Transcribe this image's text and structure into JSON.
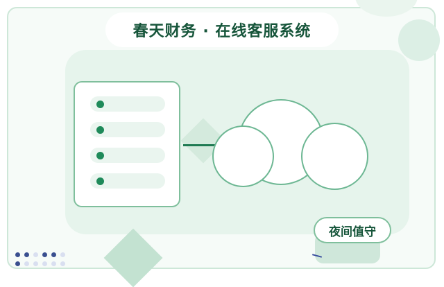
{
  "title": "春天财务 · 在线客服系统",
  "badge": "夜间值守",
  "list_items_count_visible": 4,
  "dot_grid": [
    [
      "dark",
      "dark",
      "light",
      "dark",
      "dark",
      "light"
    ],
    [
      "dark",
      "light",
      "light",
      "light",
      "light",
      "light"
    ]
  ],
  "colors": {
    "accent": "#1f8a5a",
    "title": "#16553a",
    "panel": "#e6f4ec",
    "border": "#7fbf9c"
  },
  "icons": {
    "list_card": "chat-list-icon",
    "cloud": "cloud-icon"
  }
}
